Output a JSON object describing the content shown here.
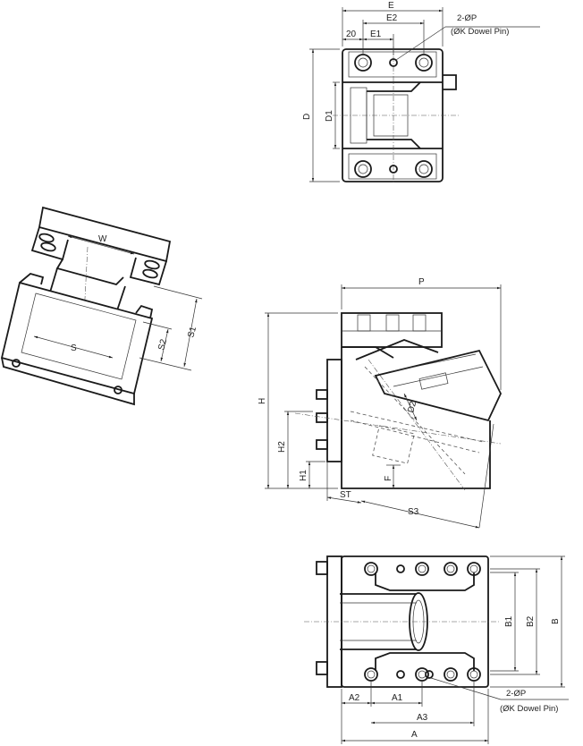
{
  "drawing": {
    "top_view": {
      "dims": {
        "E": "E",
        "E2": "E2",
        "E1": "E1",
        "d20": "20",
        "D": "D",
        "D1": "D1"
      },
      "callout_title": "2-ØP",
      "callout_sub": "(ØK Dowel Pin)"
    },
    "iso_view": {
      "dims": {
        "W": "W",
        "S": "S",
        "S1": "S1",
        "S2": "S2"
      }
    },
    "side_view": {
      "dims": {
        "P": "P",
        "H": "H",
        "H1": "H1",
        "H2": "H2",
        "ST": "ST",
        "S3": "S3",
        "F": "F",
        "D2": "D2"
      }
    },
    "bottom_view": {
      "dims": {
        "A": "A",
        "A1": "A1",
        "A2": "A2",
        "A3": "A3",
        "B": "B",
        "B1": "B1",
        "B2": "B2"
      },
      "callout_title": "2-ØP",
      "callout_sub": "(ØK Dowel Pin)"
    }
  }
}
